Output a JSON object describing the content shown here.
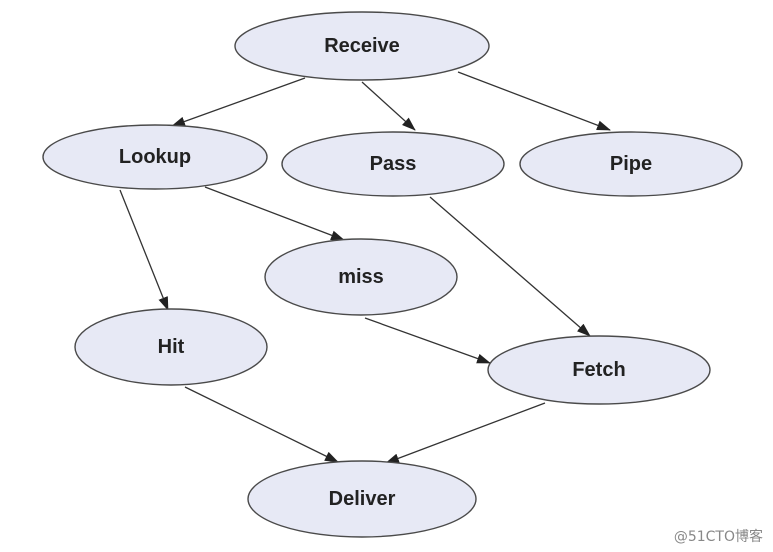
{
  "colors": {
    "node_fill": "#e7e9f5",
    "edge": "#333333"
  },
  "nodes": {
    "receive": "Receive",
    "lookup": "Lookup",
    "pass": "Pass",
    "pipe": "Pipe",
    "miss": "miss",
    "hit": "Hit",
    "fetch": "Fetch",
    "deliver": "Deliver"
  },
  "edges": [
    {
      "from": "receive",
      "to": "lookup"
    },
    {
      "from": "receive",
      "to": "pass"
    },
    {
      "from": "receive",
      "to": "pipe"
    },
    {
      "from": "lookup",
      "to": "miss"
    },
    {
      "from": "lookup",
      "to": "hit"
    },
    {
      "from": "pass",
      "to": "fetch"
    },
    {
      "from": "miss",
      "to": "fetch"
    },
    {
      "from": "hit",
      "to": "deliver"
    },
    {
      "from": "fetch",
      "to": "deliver"
    }
  ],
  "watermark": "@51CTO博客"
}
